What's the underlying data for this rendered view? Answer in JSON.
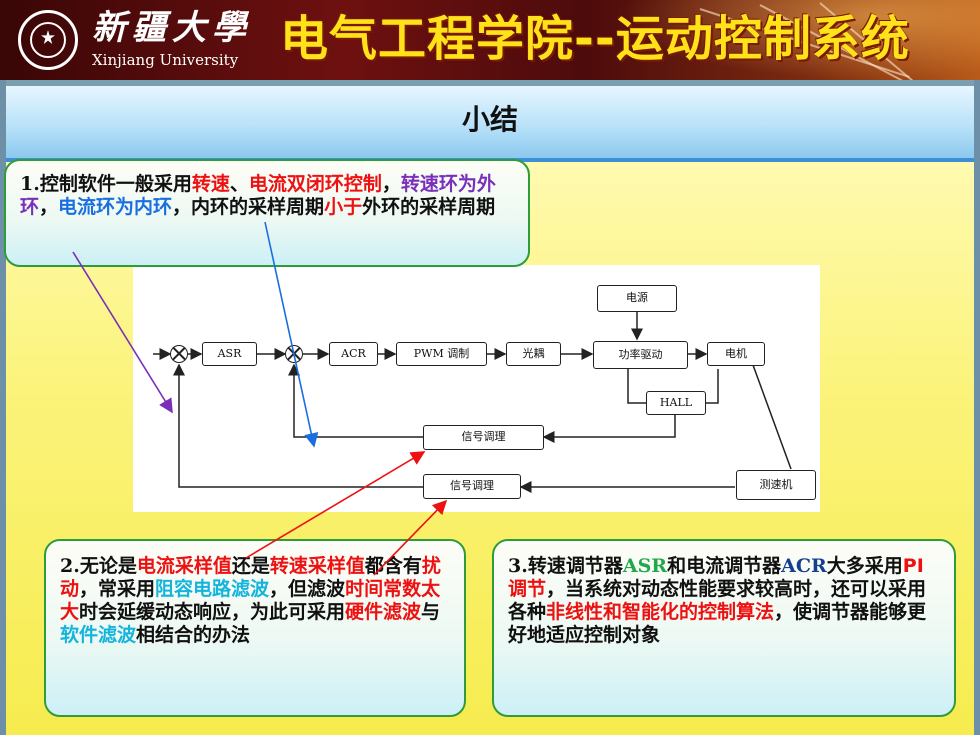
{
  "header": {
    "university_cn": "新疆大學",
    "university_en": "Xinjiang University",
    "title": "电气工程学院--运动控制系统"
  },
  "subtitle": "小结",
  "note1": {
    "segments": [
      {
        "text": "1.控制软件一般采用",
        "color": "black"
      },
      {
        "text": "转速",
        "color": "red"
      },
      {
        "text": "、",
        "color": "black"
      },
      {
        "text": "电流双闭环控制",
        "color": "red"
      },
      {
        "text": "，",
        "color": "black"
      },
      {
        "text": "转速环为外环",
        "color": "purple"
      },
      {
        "text": "，",
        "color": "black"
      },
      {
        "text": "电流环为内环",
        "color": "blue"
      },
      {
        "text": "，内环的采样周期",
        "color": "black"
      },
      {
        "text": "小于",
        "color": "red"
      },
      {
        "text": "外环的采样周期",
        "color": "black"
      }
    ]
  },
  "note2": {
    "segments": [
      {
        "text": "2.无论是",
        "color": "black"
      },
      {
        "text": "电流采样值",
        "color": "red"
      },
      {
        "text": "还是",
        "color": "black"
      },
      {
        "text": "转速采样值",
        "color": "red"
      },
      {
        "text": "都含有",
        "color": "black"
      },
      {
        "text": "扰动",
        "color": "red"
      },
      {
        "text": "，常采用",
        "color": "black"
      },
      {
        "text": "阻容电路滤波",
        "color": "cyan"
      },
      {
        "text": "，但滤波",
        "color": "black"
      },
      {
        "text": "时间常数太大",
        "color": "red"
      },
      {
        "text": "时会延缓动态响应，为此可采用",
        "color": "black"
      },
      {
        "text": "硬件滤波",
        "color": "red"
      },
      {
        "text": "与",
        "color": "black"
      },
      {
        "text": "软件滤波",
        "color": "cyan"
      },
      {
        "text": "相结合的办法",
        "color": "black"
      }
    ]
  },
  "note3": {
    "segments": [
      {
        "text": "3.转速调节器",
        "color": "black"
      },
      {
        "text": "ASR",
        "color": "green"
      },
      {
        "text": "和电流调节器",
        "color": "black"
      },
      {
        "text": "ACR",
        "color": "navy"
      },
      {
        "text": "大多采用",
        "color": "black"
      },
      {
        "text": "PI调节",
        "color": "red"
      },
      {
        "text": "，当系统对动态性能要求较高时，还可以采用各种",
        "color": "black"
      },
      {
        "text": "非线性和智能化的控制算法",
        "color": "red"
      },
      {
        "text": "，使调节器能够更好地适应控制对象",
        "color": "black"
      }
    ]
  },
  "diagram": {
    "asr": "ASR",
    "acr": "ACR",
    "pwm": "PWM 调制",
    "optocoupler": "光耦",
    "power_drive": "功率驱动",
    "motor": "电机",
    "power_supply": "电源",
    "hall": "HALL",
    "signal_cond_current": "信号调理",
    "signal_cond_speed": "信号调理",
    "tachometer": "测速机"
  },
  "colors": {
    "red": "#ee1111",
    "purple": "#7a2fb8",
    "blue": "#1a6fe0",
    "cyan": "#14b4dc",
    "green": "#22a84a",
    "navy": "#173f8f",
    "title_yellow": "#ffe21a",
    "banner_red": "#6e1010",
    "background_yellow": "#f6ec4f"
  }
}
